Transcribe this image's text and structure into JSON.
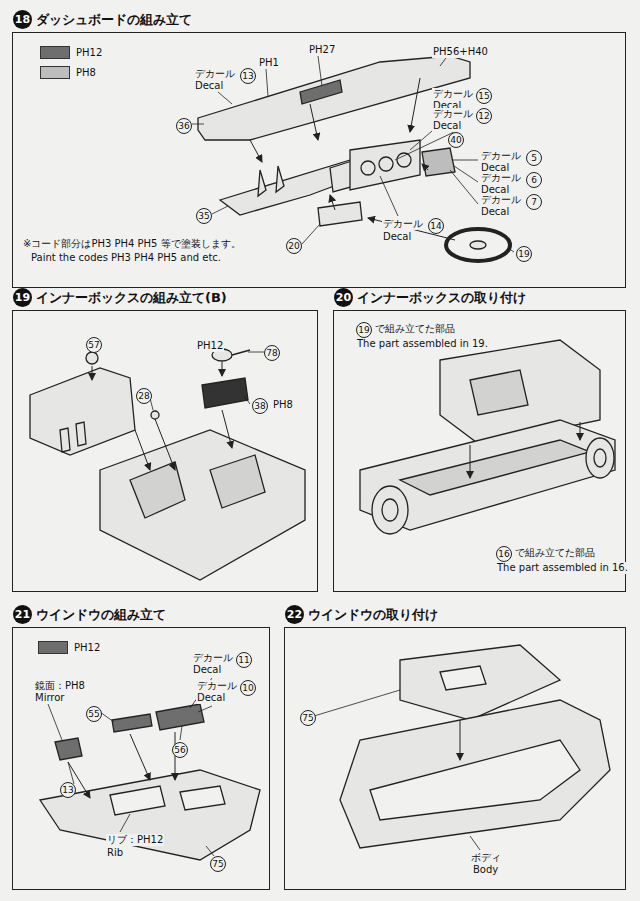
{
  "diagram": {
    "nodes": [
      {
        "text": [
          "18",
          "ダッシュボードの組み立て"
        ]
      },
      {
        "text": [
          "19",
          "インナーボックスの組み立て(B)"
        ]
      },
      {
        "text": [
          "20",
          "インナーボックスの取り付け"
        ]
      },
      {
        "text": [
          "21",
          "ウインドウの組み立て"
        ]
      },
      {
        "text": [
          "22",
          "ウインドウの取り付け"
        ]
      }
    ],
    "labels": [
      "PH1",
      "PH27",
      "PH56+H40",
      "デカール",
      "13",
      "Decal",
      "デカール",
      "15",
      "Decal",
      "デカール",
      "12",
      "Decal",
      "40",
      "デカール",
      "5",
      "Decal",
      "デカール",
      "6",
      "Decal",
      "デカール",
      "7",
      "Decal",
      "36",
      "35",
      "デカール",
      "14",
      "Decal",
      "20",
      "19",
      "※コード部分はPH3 PH4 PH5 等で塗装します。",
      "Paint the codes PH3 PH4 PH5 and etc.",
      "57",
      "PH12",
      "78",
      "28",
      "38",
      "PH8",
      "19",
      "で組み立てた部品",
      "The part assembled in 19.",
      "16",
      "で組み立てた部品",
      "The part assembled in 16.",
      "鏡面：PH8",
      "Mirror",
      "デカール",
      "11",
      "Decal",
      "デカール",
      "10",
      "Decal",
      "55",
      "56",
      "13",
      "リブ：PH12",
      "Rib",
      "75",
      "75",
      "ボディ",
      "Body"
    ],
    "legend": [
      {
        "text": "PH12",
        "color": "#6e6e6e"
      },
      {
        "text": "PH8",
        "color": "#bdbdbd"
      },
      {
        "text": "PH12",
        "color": "#6e6e6e"
      }
    ]
  }
}
